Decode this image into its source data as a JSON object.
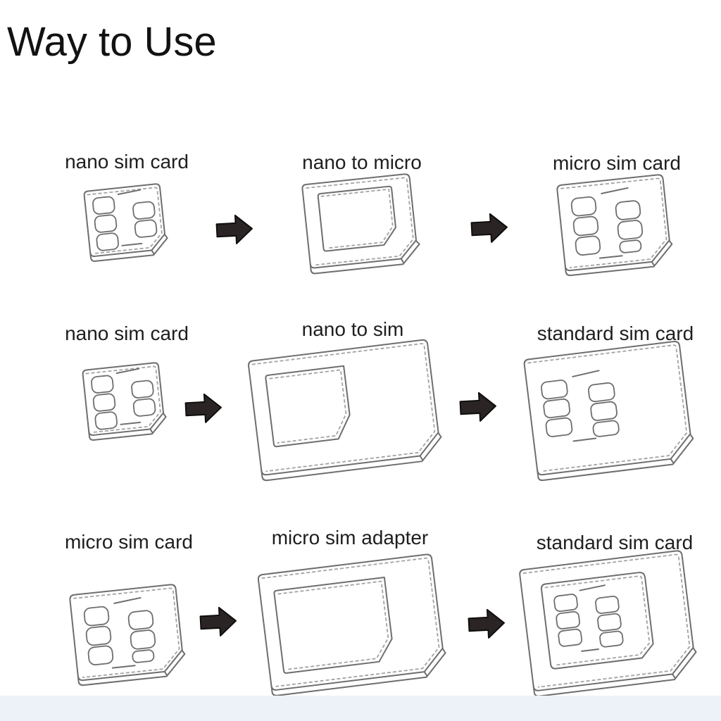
{
  "title": "Way to Use",
  "colors": {
    "background": "#ffffff",
    "line": "#6e6e6e",
    "line_light": "#a3a3a3",
    "arrow_fill": "#2b2424",
    "arrow_outline": "#0f0d0d",
    "text": "#1e1e1e",
    "bottom_band": "#edf1f8"
  },
  "rows": [
    {
      "name": "nano-to-micro-conversion",
      "items": [
        {
          "label": "nano sim card",
          "illustration": "nano-sim-card"
        },
        {
          "label": "nano to micro",
          "illustration": "nano-to-micro-adapter"
        },
        {
          "label": "micro sim card",
          "illustration": "micro-sim-card"
        }
      ]
    },
    {
      "name": "nano-to-standard-conversion",
      "items": [
        {
          "label": "nano sim card",
          "illustration": "nano-sim-card"
        },
        {
          "label": "nano to sim",
          "illustration": "nano-to-sim-adapter"
        },
        {
          "label": "standard sim card",
          "illustration": "standard-sim-card"
        }
      ]
    },
    {
      "name": "micro-to-standard-conversion",
      "items": [
        {
          "label": "micro sim card",
          "illustration": "micro-sim-card"
        },
        {
          "label": "micro sim adapter",
          "illustration": "micro-sim-adapter"
        },
        {
          "label": "standard sim card",
          "illustration": "standard-sim-card-with-cutout"
        }
      ]
    }
  ],
  "arrow_icon": "right-arrow"
}
